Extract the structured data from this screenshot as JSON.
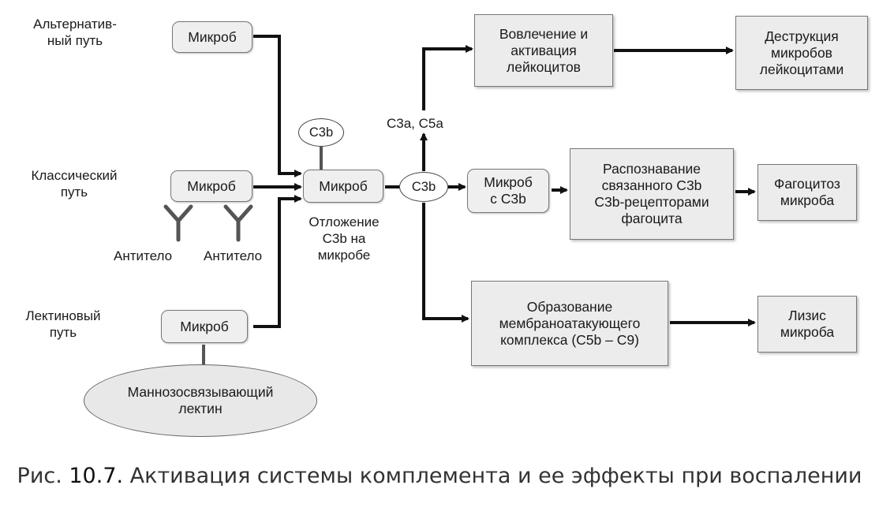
{
  "pathways": {
    "alternative": "Альтернатив-\nный путь",
    "classical": "Классический\nпуть",
    "lectin": "Лектиновый\nпуть"
  },
  "boxes": {
    "microbe_alt": "Микроб",
    "microbe_classic": "Микроб",
    "microbe_lectin": "Микроб",
    "microbe_center": "Микроб",
    "microbe_c3b": "Микроб\nс С3b",
    "leukocyte_involvement": "Вовлечение и\nактивация\nлейкоцитов",
    "microbe_destruction": "Деструкция\nмикробов\nлейкоцитами",
    "recognition": "Распознавание\nсвязанного С3b\nС3b-рецепторами\nфагоцита",
    "phagocytosis": "Фагоцитоз\nмикроба",
    "mac_formation": "Образование\nмембраноатакующего\nкомплекса (С5b – С9)",
    "lysis": "Лизис\nмикроба"
  },
  "ovals": {
    "c3b_top": "С3b",
    "c3b_right": "С3b",
    "mannose_lectin": "Маннозосвязывающий\nлектин"
  },
  "labels": {
    "antibody_left": "Антитело",
    "antibody_right": "Антитело",
    "deposition": "Отложение\nС3b на\nмикробе",
    "c3a_c5a": "С3а, С5а"
  },
  "caption": {
    "prefix": "Рис. ",
    "number": "10.7.",
    "text": " Активация системы комплемента и ее эффекты при воспалении"
  }
}
